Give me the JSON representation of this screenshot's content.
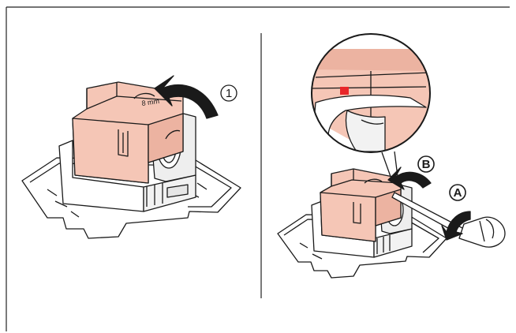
{
  "panel_left": {
    "step_label": "1",
    "body_mark": "8 mm"
  },
  "panel_right": {
    "label_a": "A",
    "label_b": "B"
  },
  "colors": {
    "frame": "#222222",
    "cartridge_fill": "#f5c6b6",
    "cartridge_shade": "#ecb3a1",
    "base_fill": "#ffffff",
    "outline": "#1a1a1a",
    "highlight": "#e8272a",
    "grey": "#d9d9d9"
  }
}
